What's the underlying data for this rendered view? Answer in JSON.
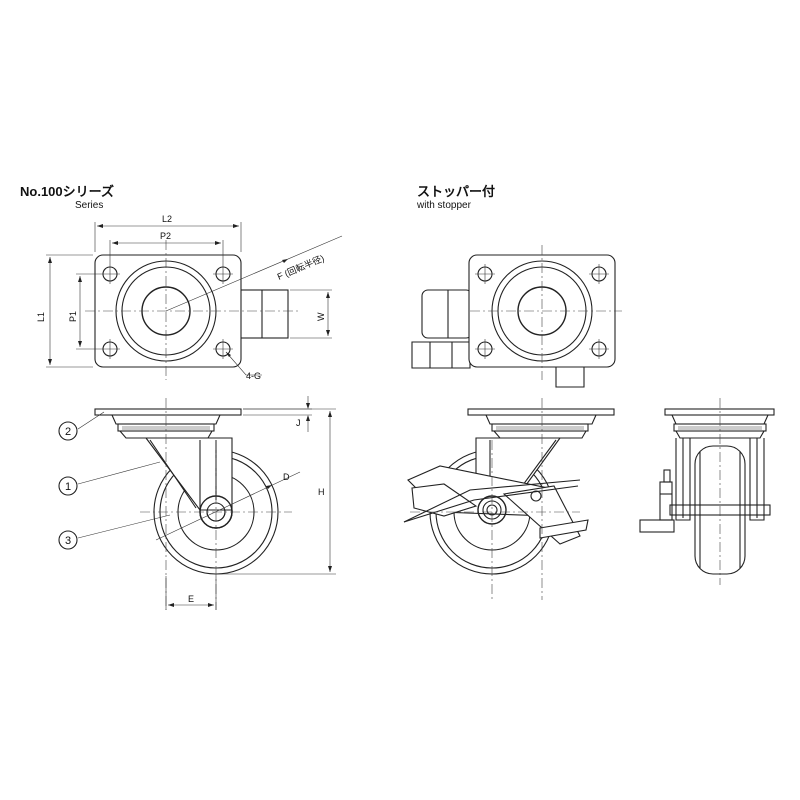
{
  "standard": {
    "title": "No.100シリーズ",
    "subtitle": "Series"
  },
  "stopper": {
    "title": "ストッパー付",
    "subtitle": "with stopper"
  },
  "dimensions": {
    "L2": "L2",
    "P2": "P2",
    "L1": "L1",
    "P1": "P1",
    "W": "W",
    "F": "F (回転半径)",
    "G": "4-G",
    "J": "J",
    "H": "H",
    "D": "D",
    "E": "E"
  },
  "parts": {
    "p1": "1",
    "p2": "2",
    "p3": "3"
  }
}
